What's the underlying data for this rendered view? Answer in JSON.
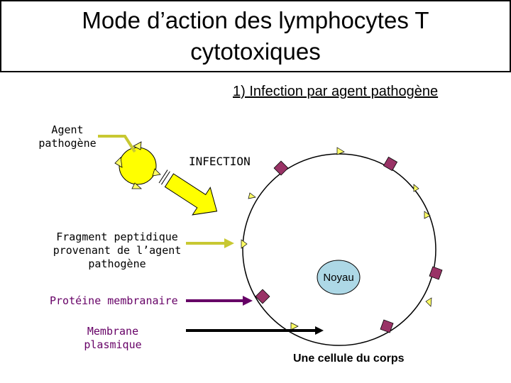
{
  "title": {
    "line1": "Mode d’action des lymphocytes T",
    "line2": "cytotoxiques"
  },
  "subtitle": "1) Infection par agent pathogène",
  "labels": {
    "agent": {
      "line1": "Agent",
      "line2": "pathogène"
    },
    "infection": "INFECTION",
    "fragment": {
      "line1": "Fragment peptidique",
      "line2": "provenant de l’agent",
      "line3": "pathogène"
    },
    "proteine": "Protéine membranaire",
    "membrane": {
      "line1": "Membrane",
      "line2": "plasmique"
    },
    "noyau": "Noyau",
    "cellule": "Une cellule du corps"
  },
  "colors": {
    "pathogen_fill": "#ffff00",
    "fragment_yellow": "#ffff66",
    "arrow_green": "#c8c832",
    "protein_purple": "#993366",
    "protein_line": "#660066",
    "nucleus_fill": "#add8e6",
    "infection_label": "#000000",
    "proteine_label": "#660066"
  }
}
